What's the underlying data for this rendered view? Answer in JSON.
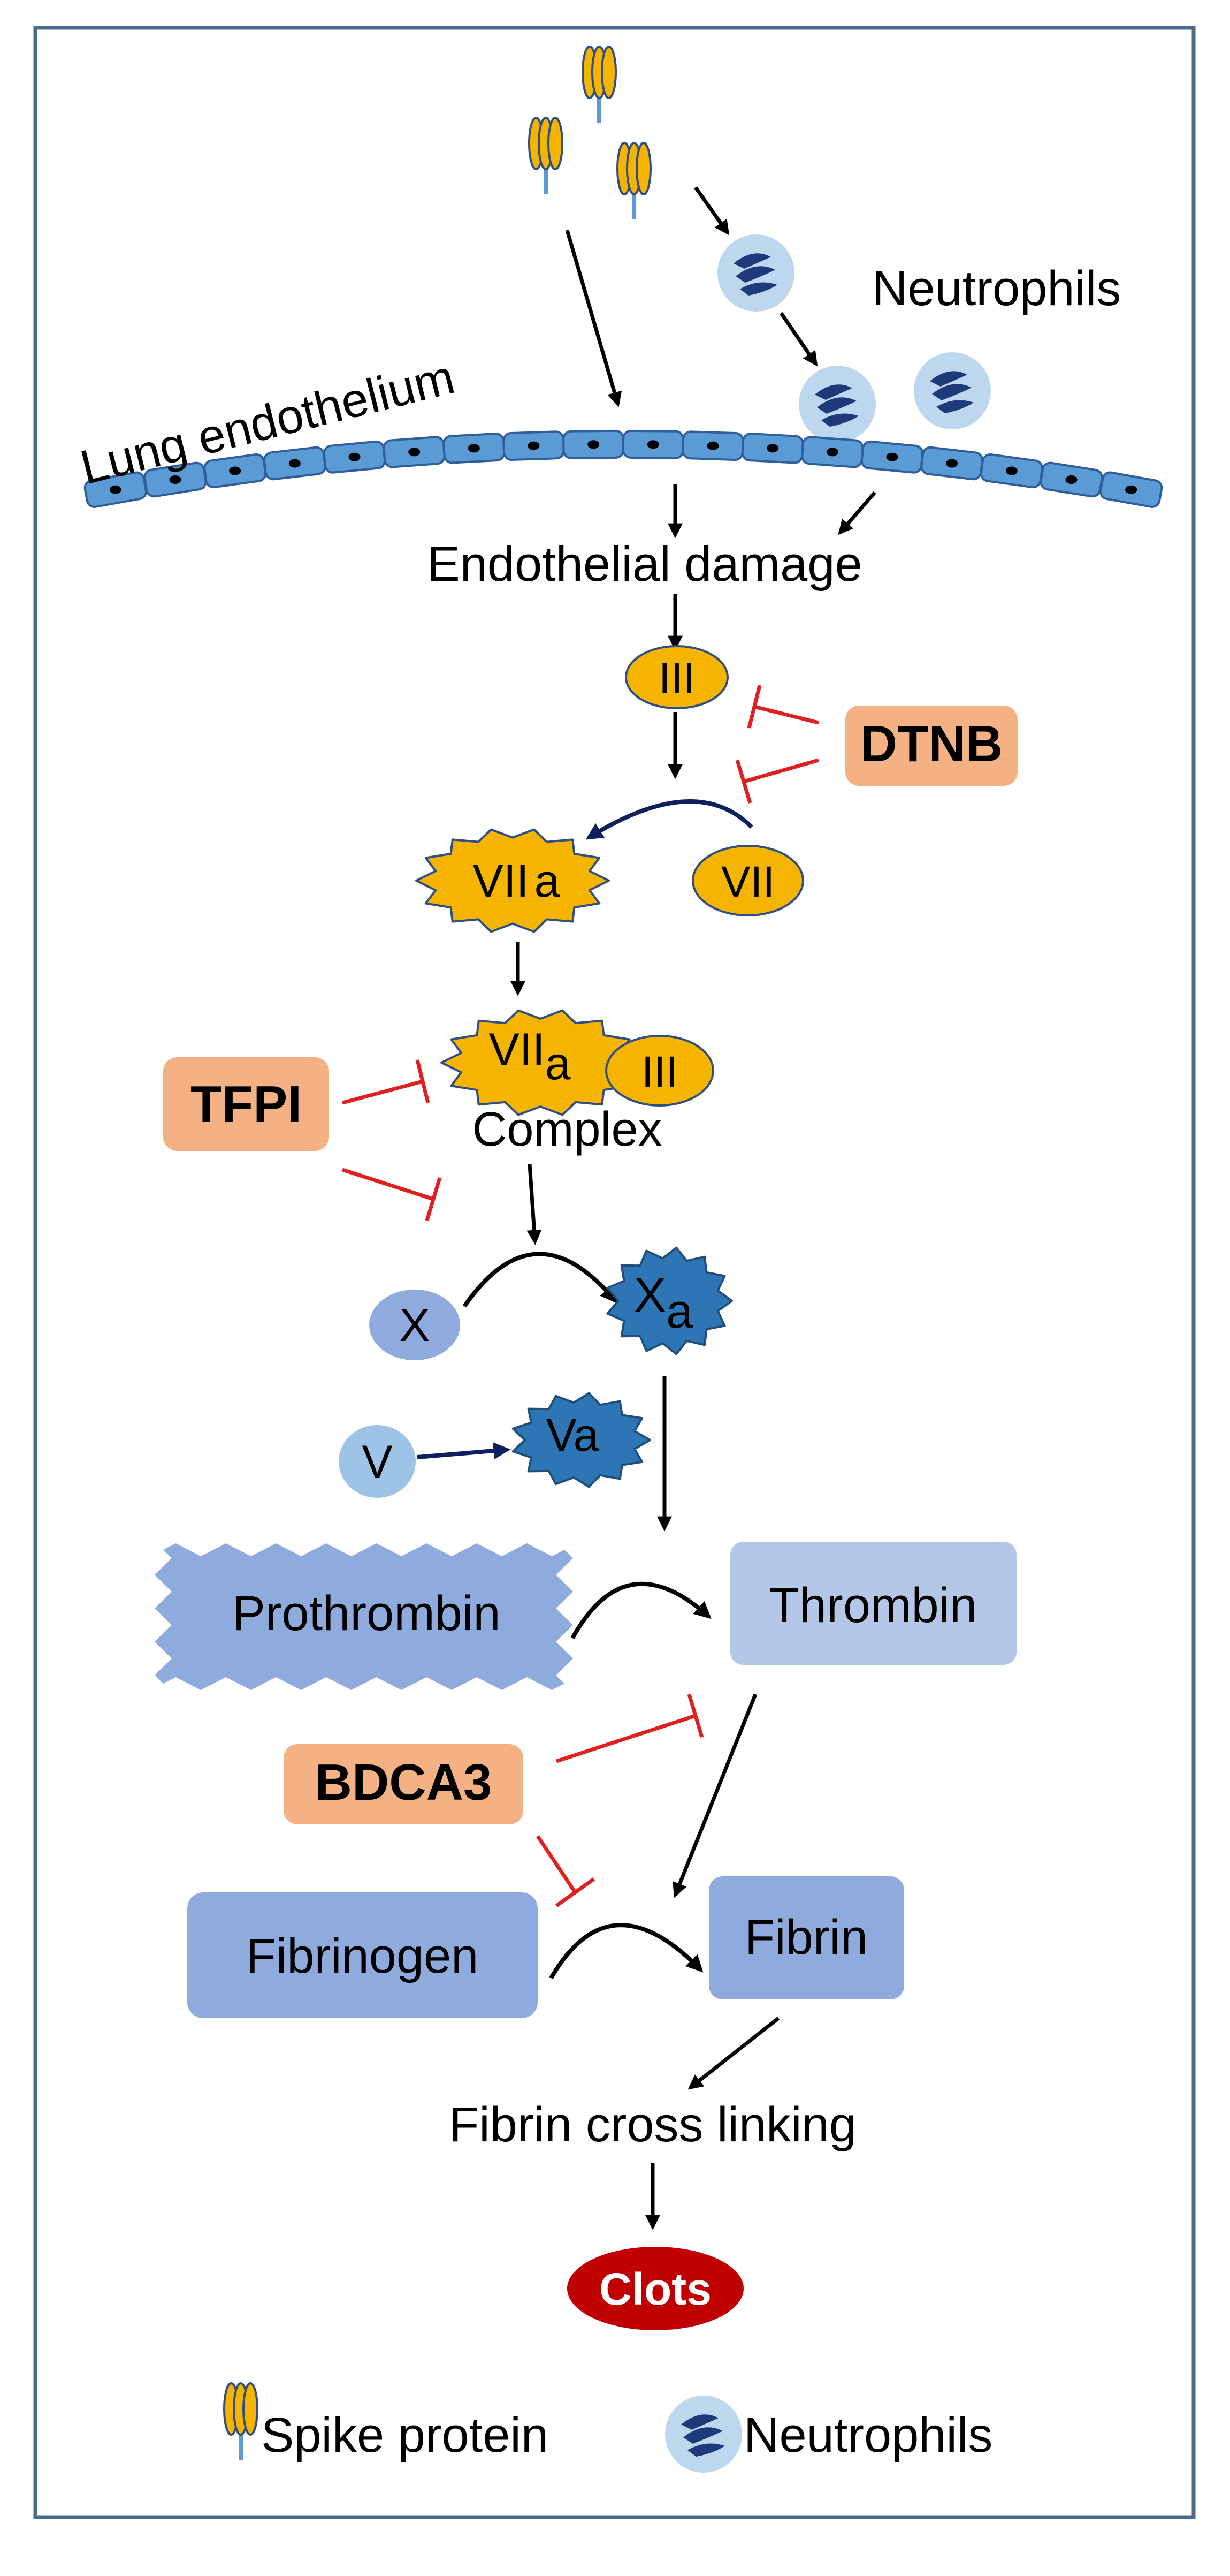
{
  "labels": {
    "neutrophils": "Neutrophils",
    "lung_endothelium": "Lung endothelium",
    "endothelial_damage": "Endothelial damage",
    "fibrin_cross_linking": "Fibrin cross linking"
  },
  "factors": {
    "iii": "III",
    "vii": "VII",
    "viia": "VII",
    "viia_sub": "a",
    "complex_vii": "VII",
    "complex_sub": "a",
    "complex_iii": "III",
    "complex": "Complex",
    "x": "X",
    "xa": "X",
    "xa_sub": "a",
    "v": "V",
    "va": "Va"
  },
  "boxes": {
    "prothrombin": "Prothrombin",
    "thrombin": "Thrombin",
    "fibrinogen": "Fibrinogen",
    "fibrin": "Fibrin"
  },
  "inhibitors": {
    "dtnb": "DTNB",
    "tfpi": "TFPI",
    "bdca3": "BDCA3"
  },
  "outcome": {
    "clots": "Clots"
  },
  "legend": {
    "spike_protein": "Spike protein",
    "neutrophils": "Neutrophils"
  },
  "colors": {
    "frame": "#4a6c8a",
    "yellow_factor": "#f5b400",
    "endothelium": "#5b9bd5",
    "neutrophil_cell": "#bdd7ee",
    "neutrophil_nucleus": "#1f3a7a",
    "inhibitor_box": "#f4b183",
    "inhibition_line": "#e02020",
    "prothrombin": "#8faadc",
    "thrombin": "#b4c7e7",
    "fibrin_boxes": "#8faadc",
    "clot": "#c00000"
  }
}
